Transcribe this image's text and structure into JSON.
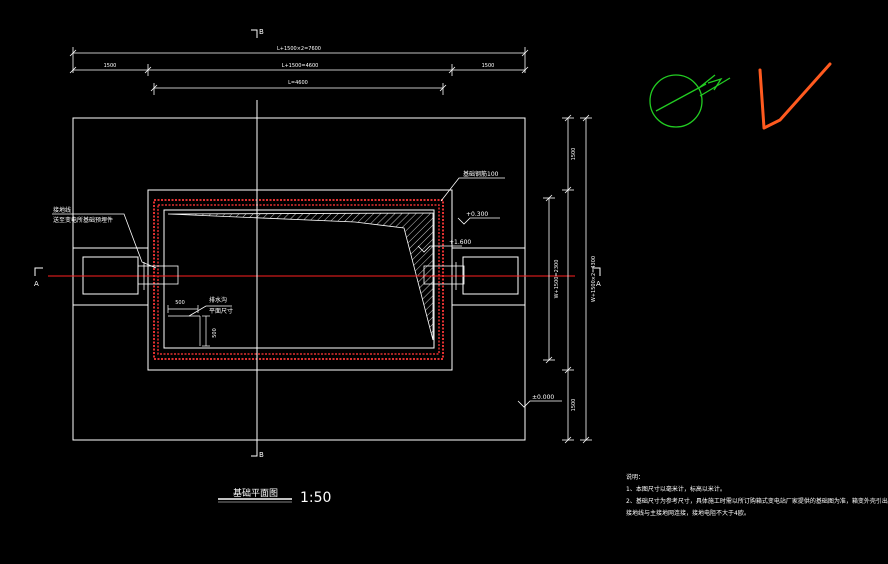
{
  "dims": {
    "overall_top": "L+1500×2=7600",
    "left_ext": "1500",
    "mid": "L+1500=4600",
    "right_ext": "1500",
    "inner": "L=4600",
    "right_top": "1500",
    "right_mid": "W+1500=2300",
    "right_bot": "1500",
    "right_overall": "W+1500×2=4300",
    "small_horizontal": "500",
    "small_vertical": "500"
  },
  "labels": {
    "section_a_left": "A",
    "section_a_right": "A",
    "section_b_top": "B",
    "section_b_bottom": "B",
    "callout_top_right": "基础钢筋100",
    "callout_left_line1": "接地线",
    "callout_left_line2": "送至变电所基础预埋件",
    "callout_inner_line1": "排水沟",
    "callout_inner_line2": "平面尺寸",
    "elev_top": "+0.300",
    "elev_mid": "+1.600",
    "elev_bottom": "±0.000"
  },
  "title": {
    "name": "基础平面图",
    "scale": "1:50"
  },
  "notes": {
    "heading": "说明：",
    "line1": "1、本图尺寸以毫米计，标高以米计。",
    "line2": "2、基础尺寸为参考尺寸，具体施工时需以所订购箱式变电站厂家提供的基础图为准，箱变外壳引出",
    "line3": "接地线与主接地网连接，接地电阻不大于4欧。"
  },
  "colors": {
    "line": "#ffffff",
    "axis": "#ff2020",
    "rebar": "#e03030",
    "compass": "#22cc22",
    "mark": "#ff5a1f"
  },
  "icons": {
    "compass": "north-arrow-icon",
    "mark": "check-mark-icon"
  }
}
